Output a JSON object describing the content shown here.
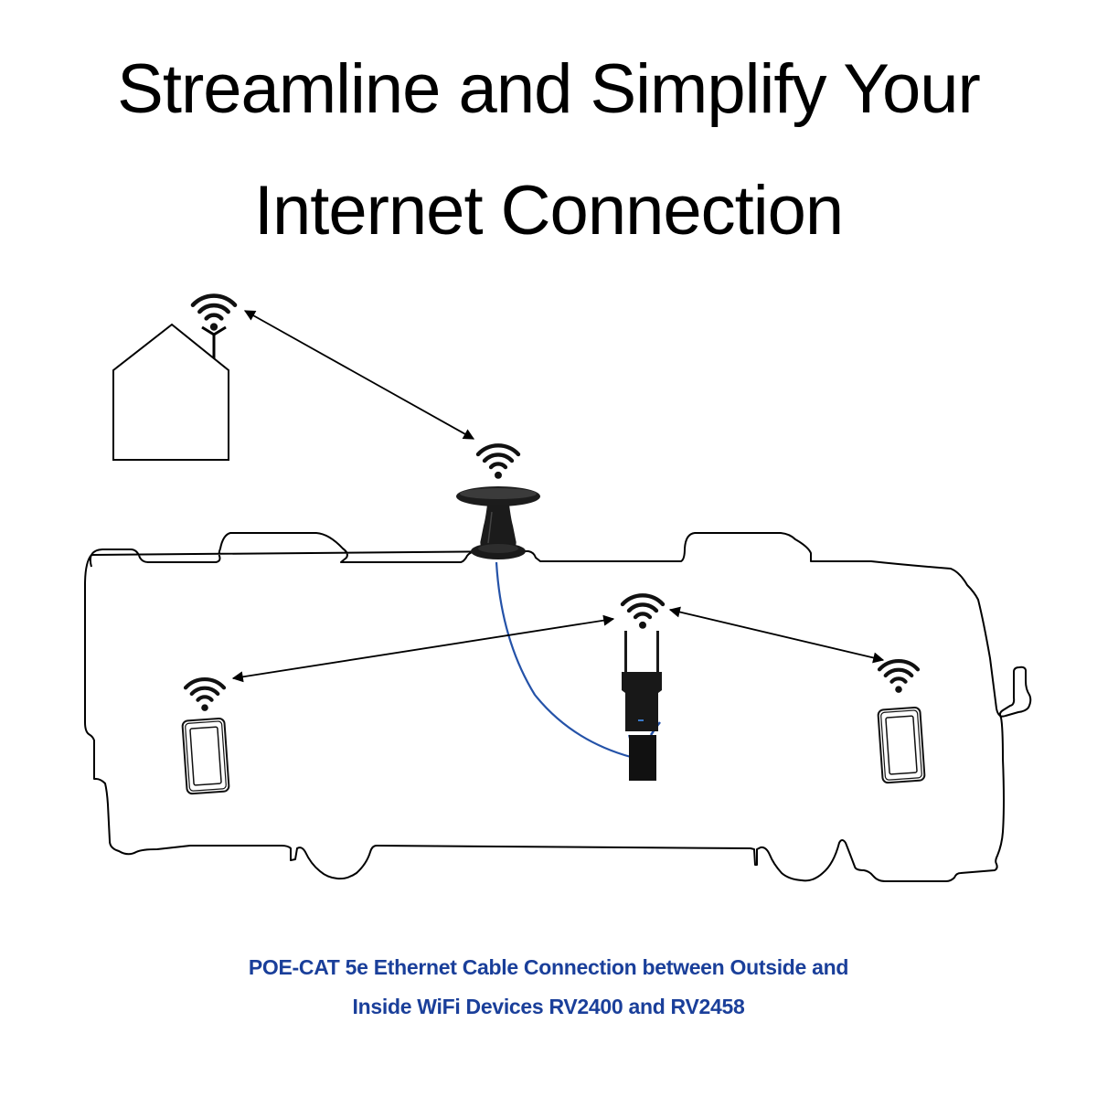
{
  "headline": {
    "line1": "Streamline and Simplify Your",
    "line2": "Internet Connection"
  },
  "caption": {
    "line1": "POE-CAT 5e Ethernet Cable Connection between Outside and",
    "line2": "Inside WiFi Devices RV2400 and RV2458"
  },
  "diagram": {
    "nodes": [
      {
        "id": "house",
        "label": "house-with-antenna",
        "icon": "house-icon"
      },
      {
        "id": "roof-antenna",
        "label": "outside WiFi device (RV2400)",
        "icon": "dome-antenna-icon"
      },
      {
        "id": "indoor-router",
        "label": "inside WiFi device (RV2458)",
        "icon": "router-icon"
      },
      {
        "id": "tablet-left",
        "label": "tablet",
        "icon": "tablet-icon"
      },
      {
        "id": "tablet-right",
        "label": "tablet",
        "icon": "tablet-icon"
      }
    ],
    "connections": [
      {
        "from": "house",
        "to": "roof-antenna",
        "type": "wifi-bidirectional"
      },
      {
        "from": "indoor-router",
        "to": "tablet-left",
        "type": "wifi-bidirectional"
      },
      {
        "from": "indoor-router",
        "to": "tablet-right",
        "type": "wifi-bidirectional"
      },
      {
        "from": "roof-antenna",
        "to": "indoor-router",
        "type": "ethernet-cable"
      }
    ],
    "colors": {
      "line": "#000000",
      "cable": "#2452a8",
      "caption": "#1a3f9a",
      "device": "#151515"
    }
  }
}
